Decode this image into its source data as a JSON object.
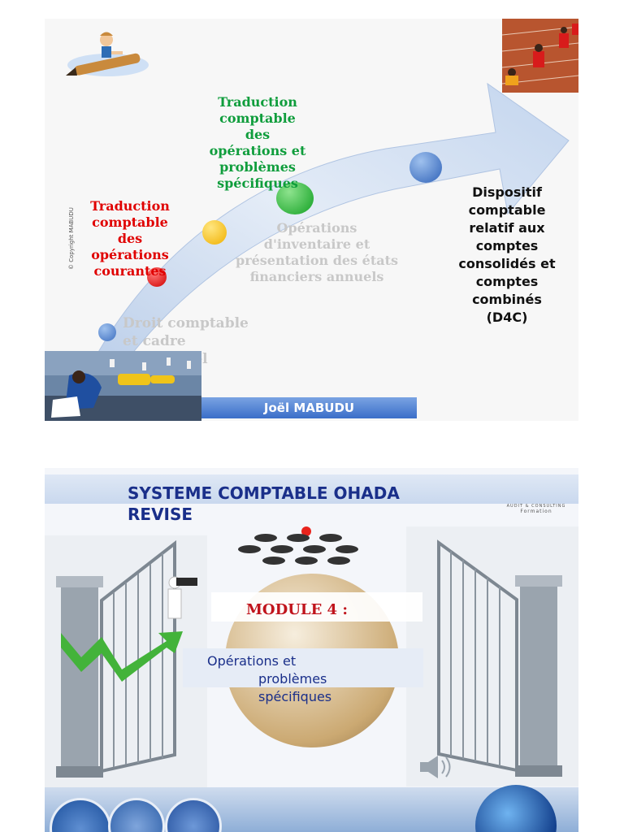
{
  "slide1": {
    "copyright": "© Copyright  MABUDU",
    "milestone_1_label": "Droit comptable\n et  cadre\nconceptuel",
    "milestone_2_label": "Traduction\ncomptable\ndes\nopérations\ncourantes",
    "milestone_3_label": "Traduction\ncomptable\ndes\nopérations et\nproblèmes\nspécifiques",
    "milestone_4_label": "Opérations\nd'inventaire  et\nprésentation des états\nfinanciers annuels",
    "milestone_5_label": "Dispositif\ncomptable\nrelatif aux\ncomptes\nconsolidés et\ncomptes\ncombinés\n(D4C)",
    "author_banner": "Joël MABUDU",
    "colors": {
      "red": "#e00000",
      "green": "#0f9d3c",
      "grey": "#c8c8c8",
      "arrow": "#d6e3f3",
      "banner": "#4a7fd0"
    }
  },
  "slide2": {
    "title_line1": "SYSTEME COMPTABLE OHADA",
    "title_line2": "REVISE",
    "corner_logo_line1": "AUDIT & CONSULTING",
    "corner_logo_line2": "Formation",
    "module_label": "MODULE 4 :",
    "module_subtitle_line1": "Opérations et",
    "module_subtitle_line2": "problèmes",
    "module_subtitle_line3": "spécifiques",
    "speaker_icon": "speaker-icon",
    "colors": {
      "title": "#1a2f8a",
      "module": "#c0141c"
    }
  }
}
